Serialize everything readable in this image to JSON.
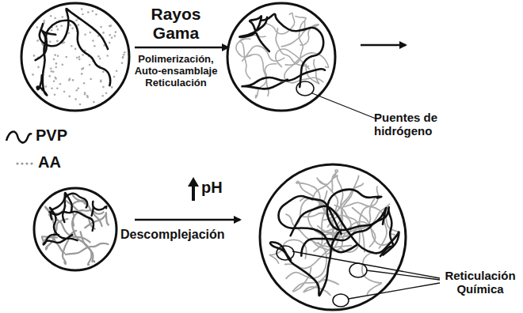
{
  "diagram": {
    "labels": [
      "Rayos Gama",
      "Polimerización, Auto-ensamblaje Reticulación",
      "Puentes de hidrógeno",
      "pH",
      "Descomplejación",
      "Reticulación Química"
    ],
    "legend": [
      {
        "text": "PVP"
      },
      {
        "text": "AA"
      }
    ]
  }
}
